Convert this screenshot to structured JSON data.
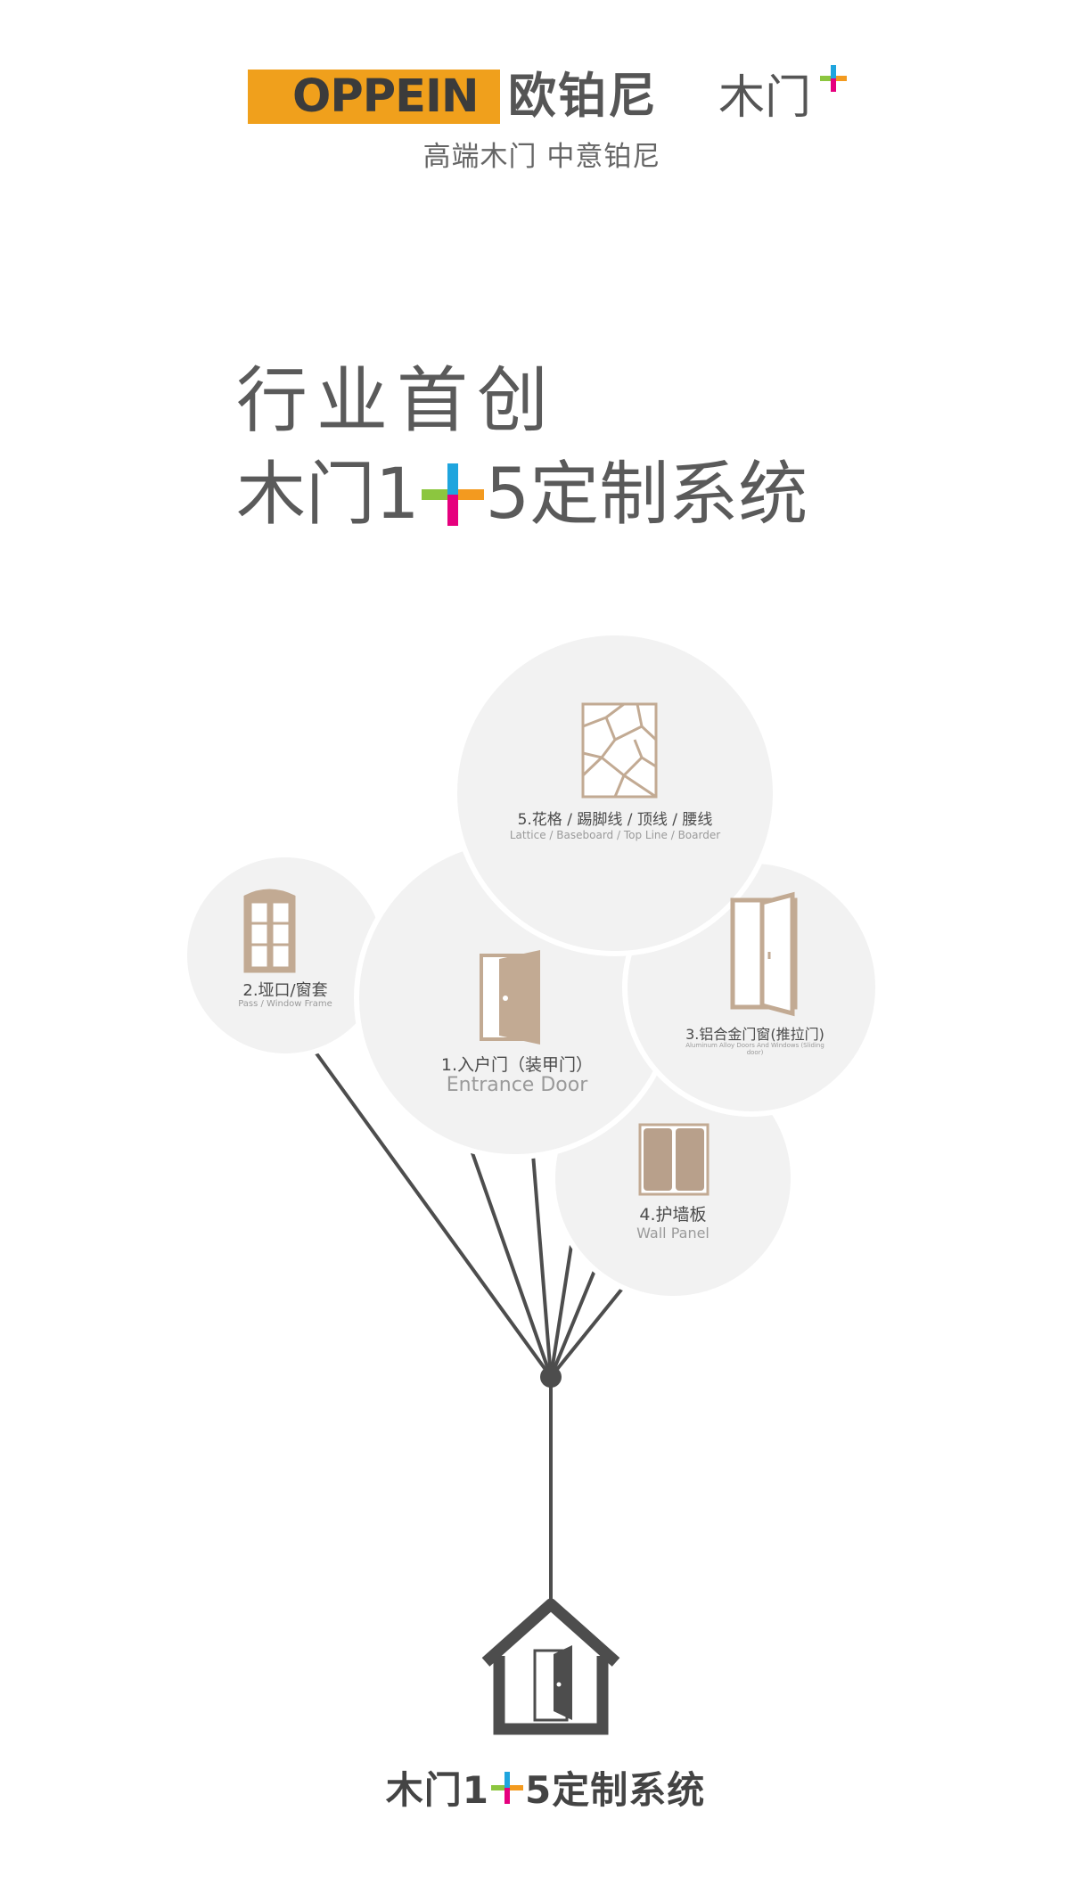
{
  "header": {
    "brand_en": "OPPEIN",
    "brand_cn": "欧铂尼",
    "product": "木门",
    "tagline": "高端木门 中意铂尼",
    "colors": {
      "logo_orange": "#f0a01c",
      "plus_green": "#8cc63f",
      "plus_orange": "#f39a1f",
      "plus_blue": "#1fa5de",
      "plus_pink": "#e6007e"
    }
  },
  "title": {
    "line1": "行业首创",
    "line2_before": "木门1",
    "line2_after": "5定制系统"
  },
  "products": [
    {
      "cn": "1.入户门（装甲门）",
      "en": "Entrance Door",
      "icon": "entrance-door-icon"
    },
    {
      "cn": "2.垭口/窗套",
      "en": "Pass / Window Frame",
      "icon": "arch-window-icon"
    },
    {
      "cn": "3.铝合金门窗(推拉门)",
      "en": "Aluminum Alloy Doors And Windows (Sliding door)",
      "icon": "aluminum-door-icon"
    },
    {
      "cn": "4.护墙板",
      "en": "Wall Panel",
      "icon": "wall-panel-icon"
    },
    {
      "cn": "5.花格 / 踢脚线 / 顶线 / 腰线",
      "en": "Lattice / Baseboard / Top Line / Boarder",
      "icon": "lattice-icon"
    }
  ],
  "footer": {
    "before": "木门1",
    "after": "5定制系统",
    "icon": "house-door-icon"
  },
  "colors": {
    "circle_fill": "#f2f2f2",
    "icon_tan": "#c2aa93",
    "line_gray": "#4d4d4d"
  }
}
